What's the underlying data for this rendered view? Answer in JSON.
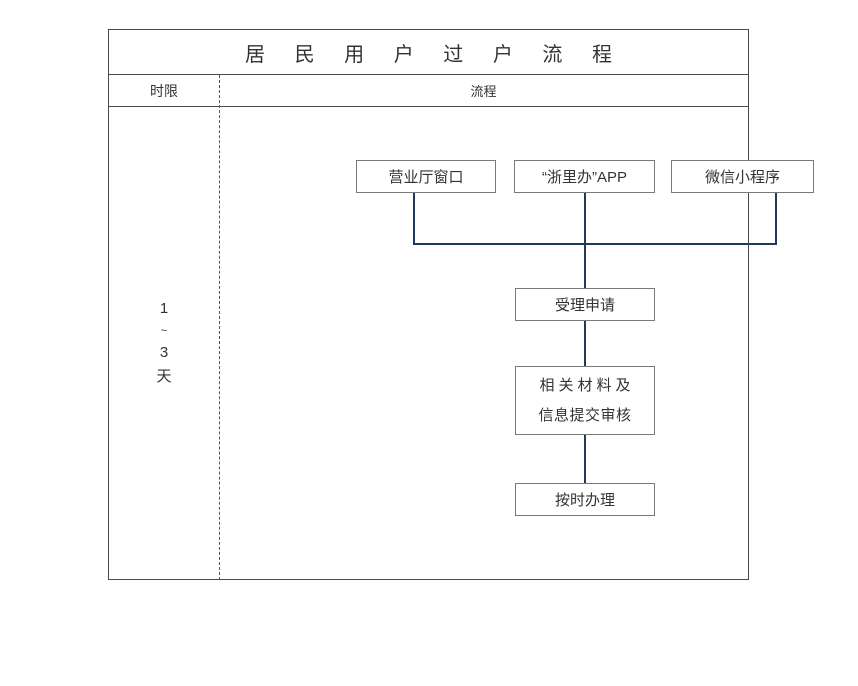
{
  "table": {
    "title": "居 民 用 户 过 户 流 程",
    "headers": {
      "time_limit": "时限",
      "process": "流程"
    },
    "time_limit_value": {
      "from": "1",
      "tilde": "~",
      "to": "3",
      "unit": "天"
    }
  },
  "flow": {
    "sources": [
      {
        "id": "hall",
        "label": "营业厅窗口"
      },
      {
        "id": "app",
        "label": "“浙里办”APP"
      },
      {
        "id": "wechat",
        "label": "微信小程序"
      }
    ],
    "steps": [
      {
        "id": "accept",
        "label": "受理申请"
      },
      {
        "id": "materials",
        "line_1": "相关材料及",
        "line_2": "信息提交审核"
      },
      {
        "id": "handle",
        "label": "按时办理"
      }
    ]
  },
  "colors": {
    "connector": "#1f3a5f",
    "border": "#4a4a4a",
    "node_border": "#7a7a7a",
    "text": "#333333",
    "background": "#ffffff"
  }
}
